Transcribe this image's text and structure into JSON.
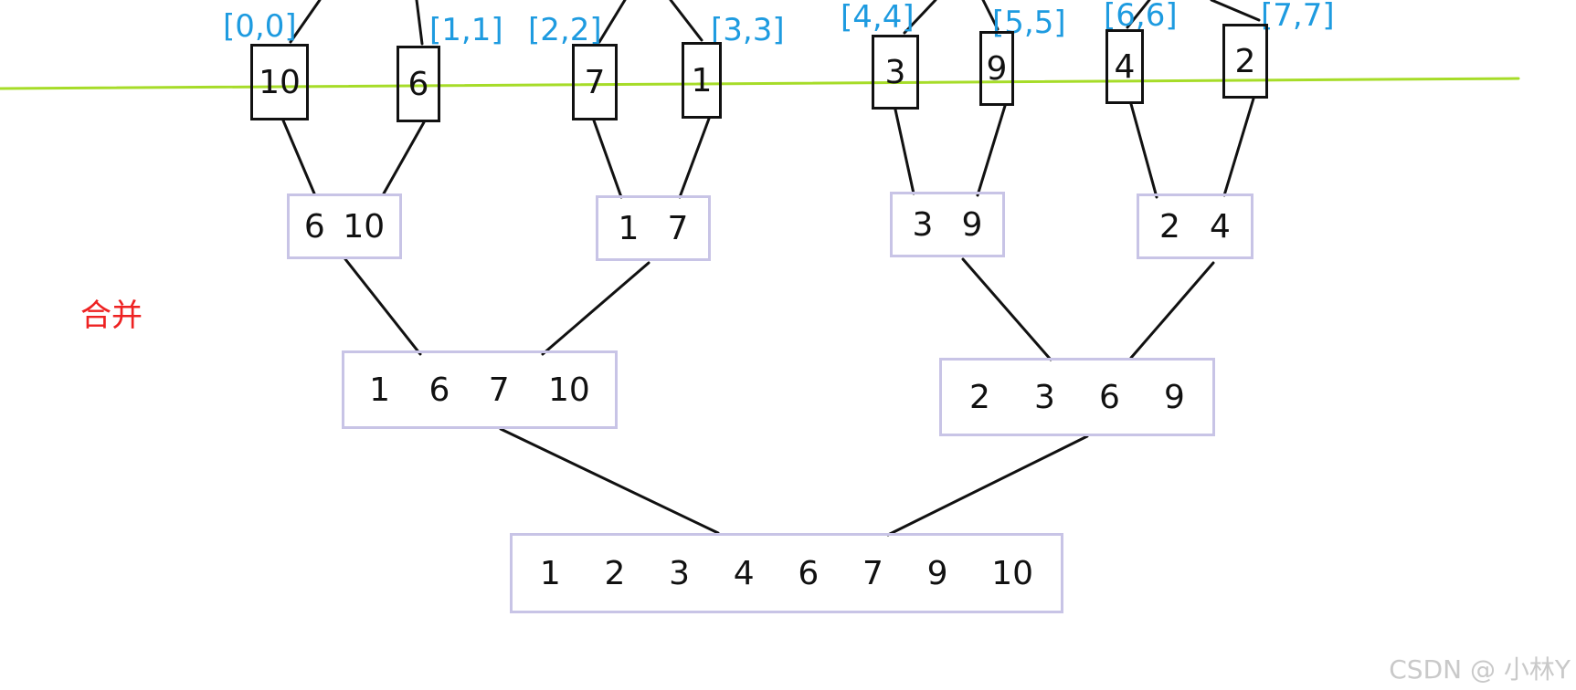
{
  "labels": [
    "[0,0]",
    "[1,1]",
    "[2,2]",
    "[3,3]",
    "[4,4]",
    "[5,5]",
    "[6,6]",
    "[7,7]"
  ],
  "leaves": [
    "10",
    "6",
    "7",
    "1",
    "3",
    "9",
    "4",
    "2"
  ],
  "level1": [
    [
      "6",
      "10"
    ],
    [
      "1",
      "7"
    ],
    [
      "3",
      "9"
    ],
    [
      "2",
      "4"
    ]
  ],
  "level2": [
    [
      "1",
      "6",
      "7",
      "10"
    ],
    [
      "2",
      "3",
      "6",
      "9"
    ]
  ],
  "level3": [
    [
      "1",
      "2",
      "3",
      "4",
      "6",
      "7",
      "9",
      "10"
    ]
  ],
  "merge_label": "合并",
  "watermark": "CSDN @ 小林Y",
  "colors": {
    "index_label": "#1e9be0",
    "leaf_border": "#111111",
    "merged_box_border": "#c8c4e6",
    "merge_label": "#ee2222",
    "guide_line": "#a6dc28",
    "connector": "#111111"
  }
}
